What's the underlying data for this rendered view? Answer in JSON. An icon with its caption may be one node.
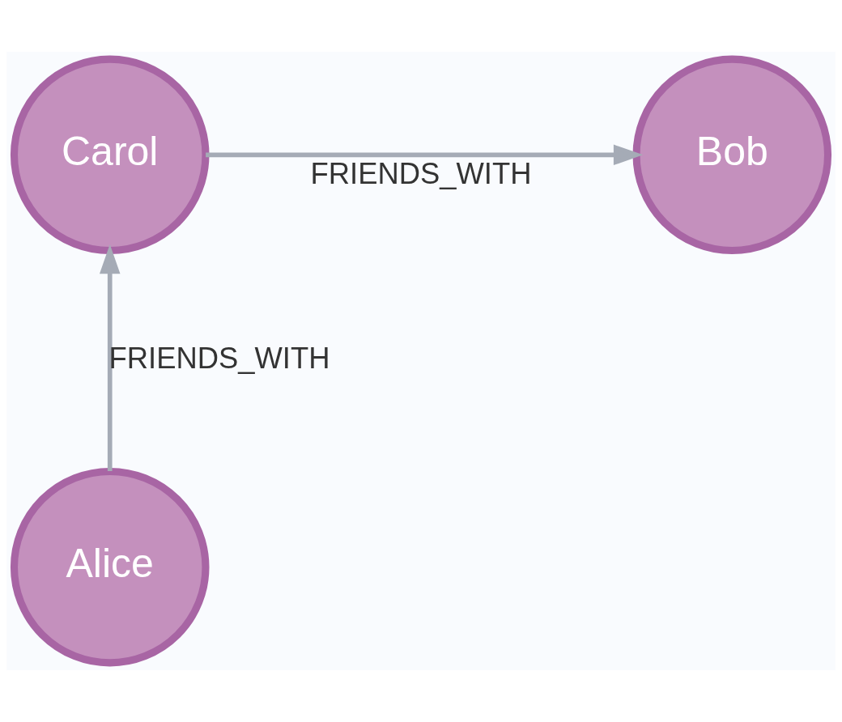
{
  "diagram": {
    "nodes": [
      {
        "text": [
          "Carol"
        ]
      },
      {
        "text": [
          "Bob"
        ]
      },
      {
        "text": [
          "Alice"
        ]
      }
    ],
    "edges": [
      {
        "from": 0,
        "to": 1,
        "arrow": "to",
        "label": "FRIENDS_WITH"
      },
      {
        "from": 2,
        "to": 0,
        "arrow": "to",
        "label": "FRIENDS_WITH"
      }
    ]
  }
}
